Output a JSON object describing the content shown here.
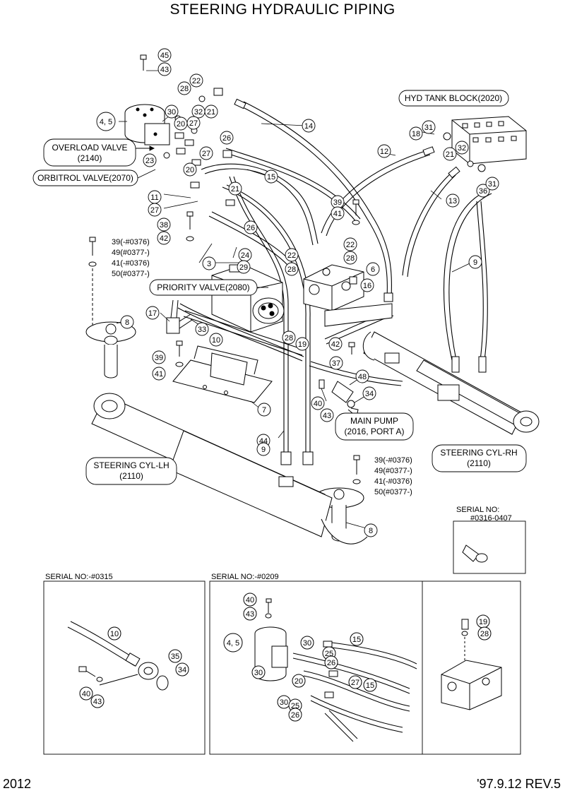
{
  "title": "STEERING HYDRAULIC PIPING",
  "footer": {
    "page": "2012",
    "date_rev": "'97.9.12  REV.5"
  },
  "labels": {
    "hyd_tank_block": "HYD TANK BLOCK(2020)",
    "overload_valve": "OVERLOAD VALVE",
    "overload_valve_code": "(2140)",
    "orbitrol_valve": "ORBITROL VALVE(2070)",
    "priority_valve": "PRIORITY VALVE(2080)",
    "main_pump": "MAIN PUMP",
    "main_pump_port": "(2016, PORT A)",
    "steering_cyl_lh": "STEERING CYL-LH",
    "steering_cyl_lh_code": "(2110)",
    "steering_cyl_rh": "STEERING CYL-RH",
    "steering_cyl_rh_code": "(2110)",
    "serial_0407_a": "SERIAL NO:",
    "serial_0407_b": "#0316-0407",
    "serial_0315": "SERIAL NO:-#0315",
    "serial_0209": "SERIAL NO:-#0209"
  },
  "bolt_notes": {
    "n39a": "39(-#0376)",
    "n49a": "49(#0377-)",
    "n41a": "41(-#0376)",
    "n50a": "50(#0377-)",
    "n39b": "39(-#0376)",
    "n49b": "49(#0377-)",
    "n41b": "41(-#0376)",
    "n50b": "50(#0377-)"
  },
  "callouts": {
    "c45": "45",
    "c43a": "43",
    "c4_5a": "4, 5",
    "c28a": "28",
    "c22a": "22",
    "c30a": "30",
    "c32a": "32",
    "c21a": "21",
    "c20a": "20",
    "c27a": "27",
    "c14": "14",
    "c26a": "26",
    "c27b": "27",
    "c23": "23",
    "c20b": "20",
    "c15a": "15",
    "c21b": "21",
    "c11": "11",
    "c27c": "27",
    "c12": "12",
    "c18": "18",
    "c31a": "31",
    "c21c": "21",
    "c32b": "32",
    "c36": "36",
    "c31b": "31",
    "c13": "13",
    "c39a": "39",
    "c41a": "41",
    "c38": "38",
    "c42a": "42",
    "c26b": "26",
    "c22b": "22",
    "c22c": "22",
    "c28b": "28",
    "c28c": "28",
    "c24": "24",
    "c3": "3",
    "c29": "29",
    "c6": "6",
    "c16": "16",
    "c9a": "9",
    "c8a": "8",
    "c17": "17",
    "c33": "33",
    "c10a": "10",
    "c28d": "28",
    "c19a": "19",
    "c42b": "42",
    "c39b": "39",
    "c37": "37",
    "c41b": "41",
    "c48a": "48",
    "c34a": "34",
    "c40a": "40",
    "c43b": "43",
    "c7": "7",
    "c44": "44",
    "c9b": "9",
    "c8b": "8",
    "c48b": "48",
    "c35a": "35",
    "c10b": "10",
    "c35b": "35",
    "c34b": "34",
    "c40b": "40",
    "c43c": "43",
    "c40c": "40",
    "c43d": "43",
    "c4_5b": "4, 5",
    "c30b": "30",
    "c15b": "15",
    "c25a": "25",
    "c26c": "26",
    "c30c": "30",
    "c20c": "20",
    "c27d": "27",
    "c15c": "15",
    "c30d": "30",
    "c25b": "25",
    "c26d": "26",
    "c19b": "19",
    "c28e": "28"
  }
}
